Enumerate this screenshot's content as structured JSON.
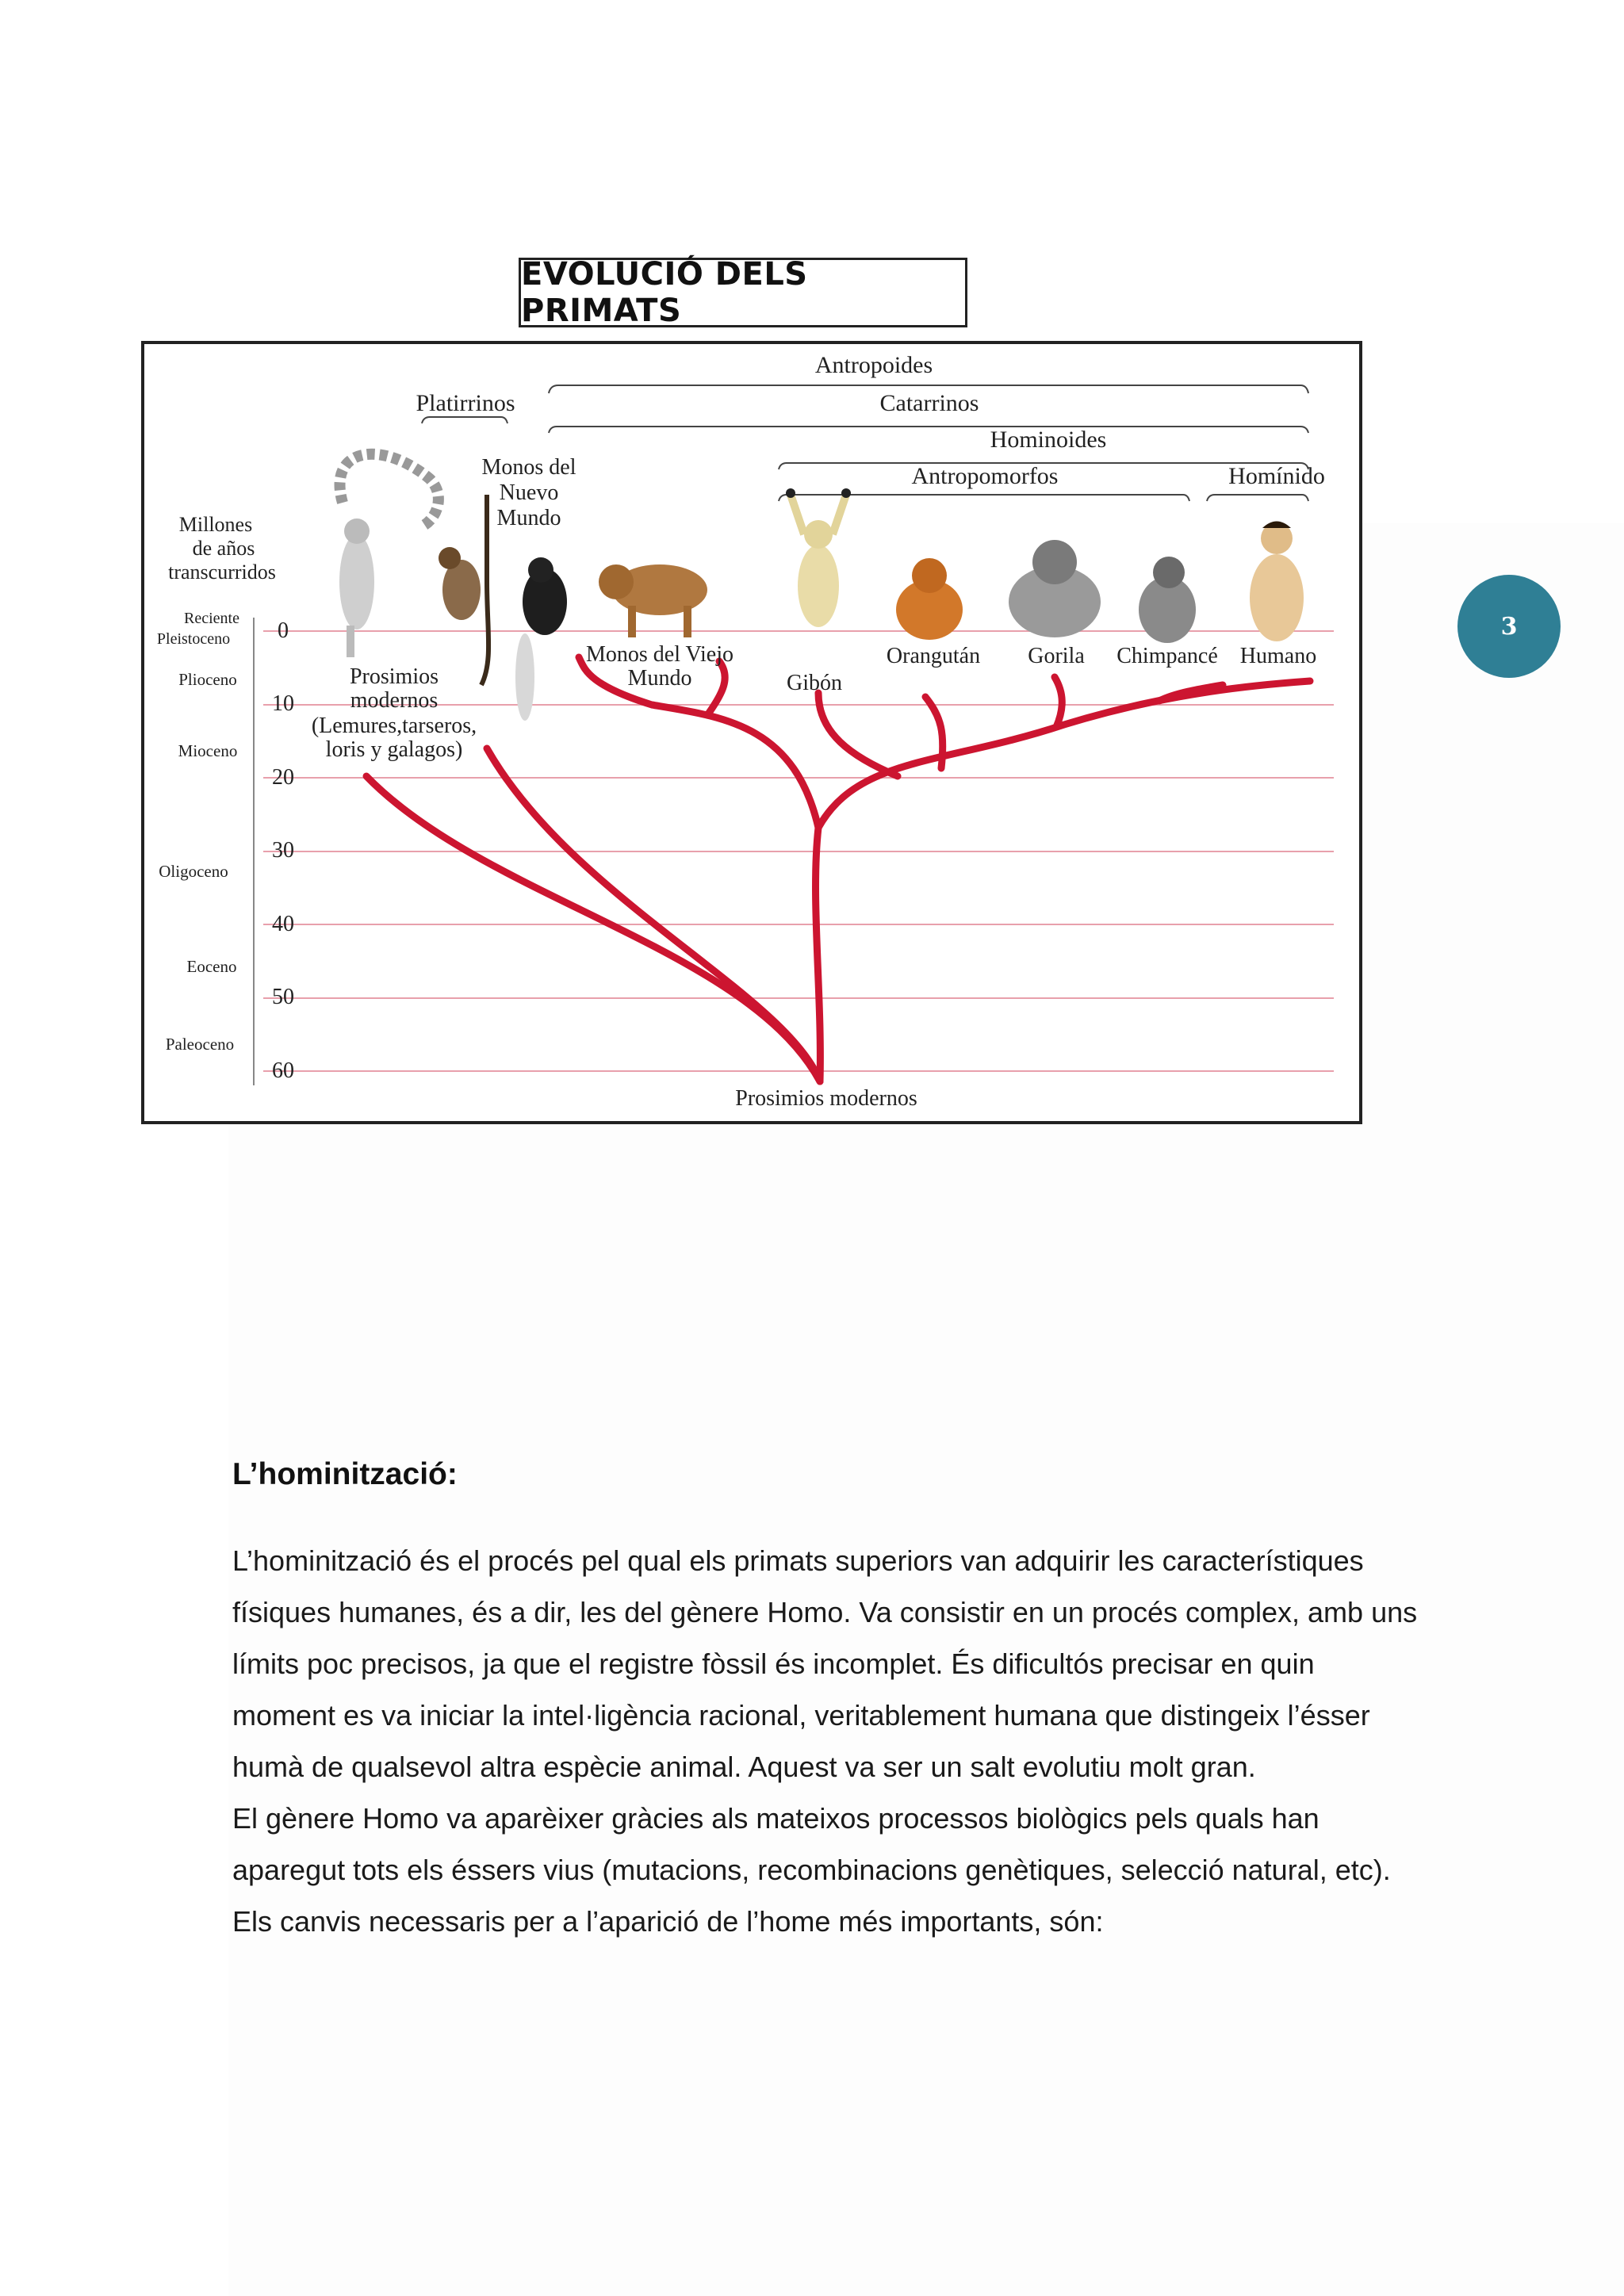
{
  "title": "EVOLUCIÓ DELS PRIMATS",
  "page_number": "3",
  "figure": {
    "groups": {
      "antropoides": "Antropoides",
      "platirrinos": "Platirrinos",
      "catarrinos": "Catarrinos",
      "hominoides": "Hominoides",
      "antropomorfos": "Antropomorfos",
      "hominido": "Homínido"
    },
    "time_axis": {
      "label_lines": [
        "Millones",
        "de años",
        "transcurridos"
      ],
      "ticks": [
        "0",
        "10",
        "20",
        "30",
        "40",
        "50",
        "60"
      ],
      "epochs": [
        "Reciente",
        "Pleistoceno",
        "Plioceno",
        "Mioceno",
        "Oligoceno",
        "Eoceno",
        "Paleoceno"
      ]
    },
    "taxa": {
      "monos_nuevo_mundo": [
        "Monos del",
        "Nuevo",
        "Mundo"
      ],
      "prosimios_top": [
        "Prosimios",
        "modernos",
        "(Lemures,tarseros,",
        "loris y galagos)"
      ],
      "monos_viejo_mundo": [
        "Monos del Viejo",
        "Mundo"
      ],
      "gibon": "Gibón",
      "orangutan": "Orangután",
      "gorila": "Gorila",
      "chimpance": "Chimpancé",
      "humano": "Humano",
      "root": "Prosimios modernos"
    },
    "colors": {
      "tree": "#cc1530",
      "grid": "#e8a0ac",
      "animal": "#c89a5a"
    }
  },
  "section": {
    "heading": "L’hominització:",
    "paragraphs": [
      "L’hominització és el procés pel qual els primats superiors van adquirir les característiques físiques humanes, és a dir, les del gènere Homo. Va consistir en un procés complex, amb uns límits poc precisos, ja que el registre fòssil és incomplet. És dificultós precisar en quin moment es va iniciar la intel·ligència racional, veritablement humana que distingeix l’ésser humà de qualsevol altra espècie animal. Aquest va ser un salt evolutiu molt gran.",
      "El gènere Homo va aparèixer gràcies als mateixos processos biològics pels quals han aparegut tots els éssers vius (mutacions, recombinacions genètiques, selecció natural, etc).",
      "Els canvis necessaris per a l’aparició de l’home més importants, són:"
    ]
  }
}
